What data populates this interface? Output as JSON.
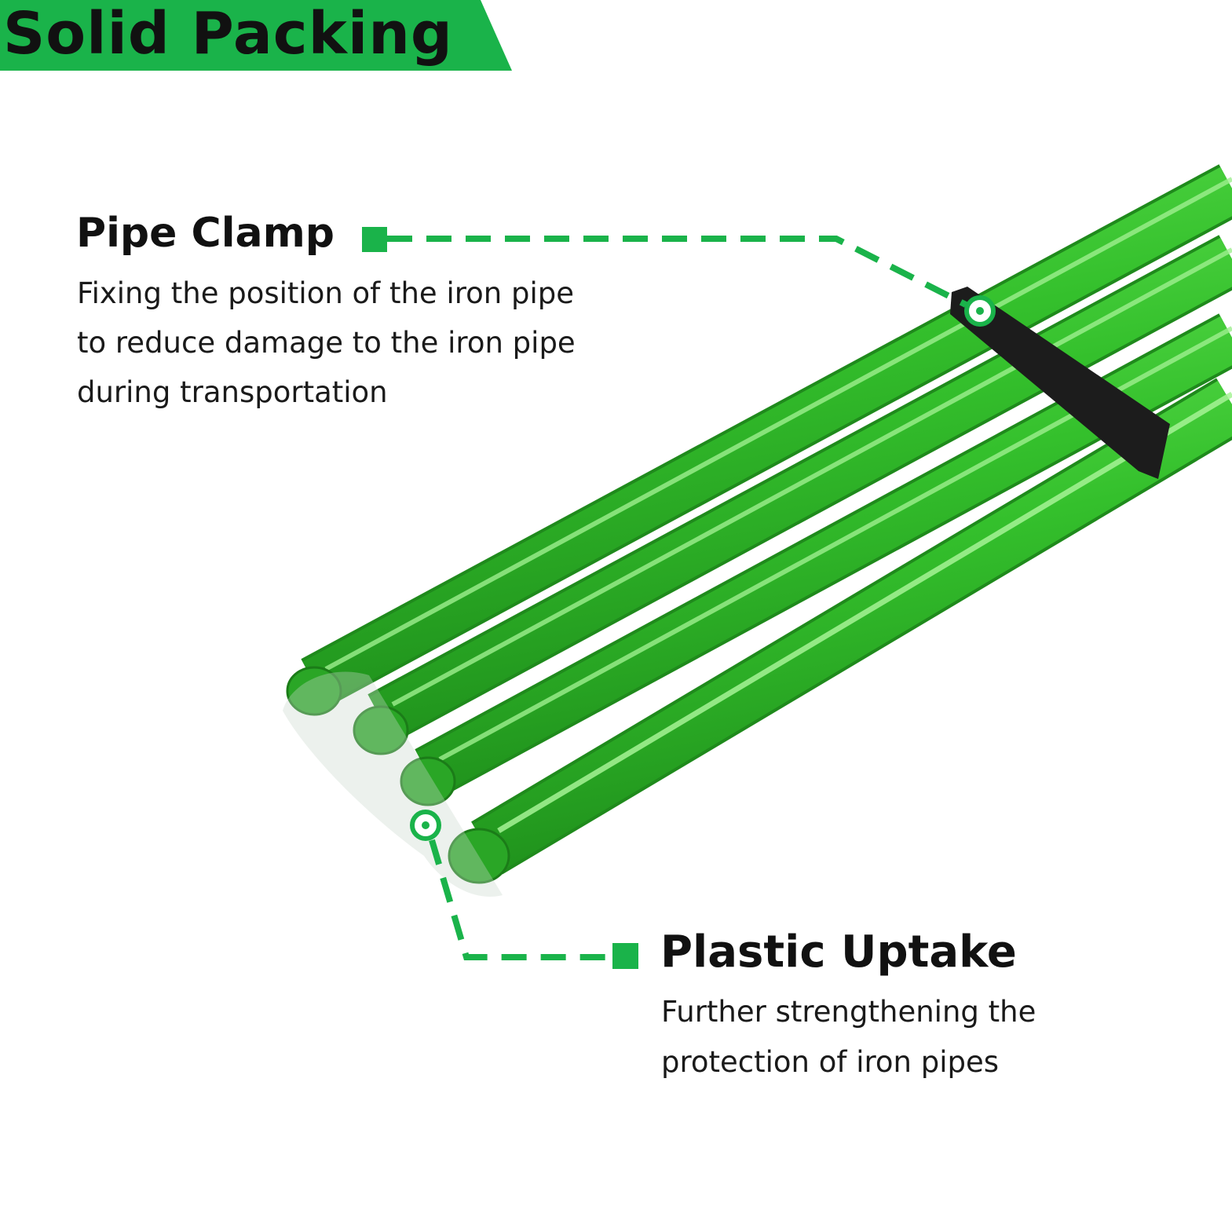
{
  "banner": {
    "title": "Solid Packing"
  },
  "callouts": {
    "pipe_clamp": {
      "title": "Pipe Clamp",
      "lines": [
        "Fixing the position of the iron pipe",
        "to reduce damage to the iron pipe",
        "during transportation"
      ]
    },
    "plastic_uptake": {
      "title": "Plastic Uptake",
      "lines": [
        "Further strengthening the",
        "protection of iron pipes"
      ]
    }
  },
  "colors": {
    "accent": "#1ab34a",
    "pipe": "#35c12f",
    "pipe_shadow": "#1f8f1c",
    "clamp": "#1c1c1c",
    "text": "#111111"
  }
}
